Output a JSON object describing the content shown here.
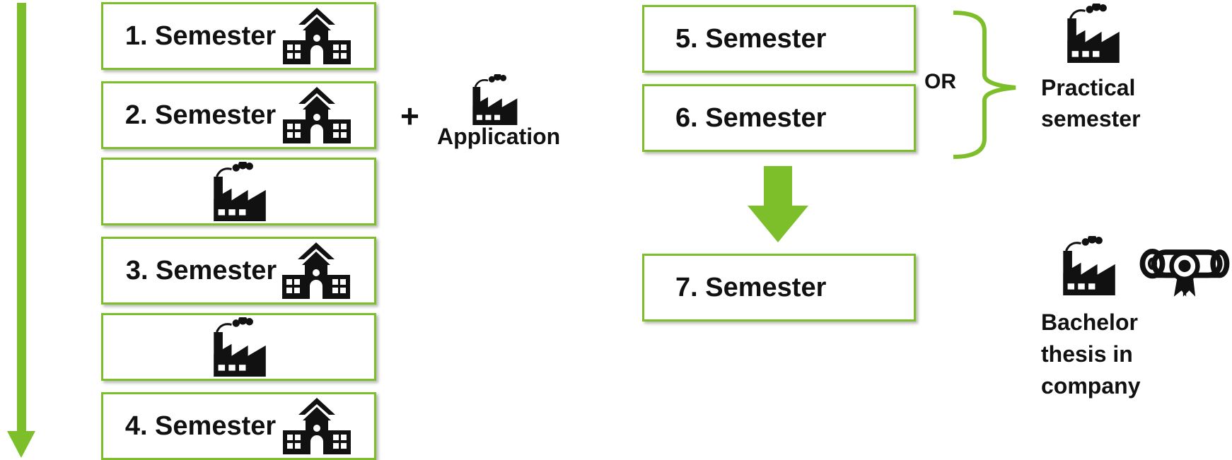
{
  "colors": {
    "accent": "#7dbf2b",
    "icon": "#111111"
  },
  "left_column": [
    {
      "label": "1. Semester",
      "icon": "school-icon"
    },
    {
      "label": "2. Semester",
      "icon": "school-icon"
    },
    {
      "label": "",
      "icon": "factory-icon"
    },
    {
      "label": "3. Semester",
      "icon": "school-icon"
    },
    {
      "label": "",
      "icon": "factory-icon"
    },
    {
      "label": "4. Semester",
      "icon": "school-icon"
    }
  ],
  "application": {
    "plus": "+",
    "label": "Application",
    "icon": "factory-icon"
  },
  "right_column": {
    "sem5": "5. Semester",
    "sem6": "6. Semester",
    "or_label": "OR",
    "practical": {
      "line1": "Practical",
      "line2": "semester",
      "icon": "factory-icon"
    },
    "sem7": "7. Semester",
    "thesis": {
      "line1": "Bachelor",
      "line2": "thesis in",
      "line3": "company",
      "icons": [
        "factory-icon",
        "diploma-icon"
      ]
    }
  }
}
